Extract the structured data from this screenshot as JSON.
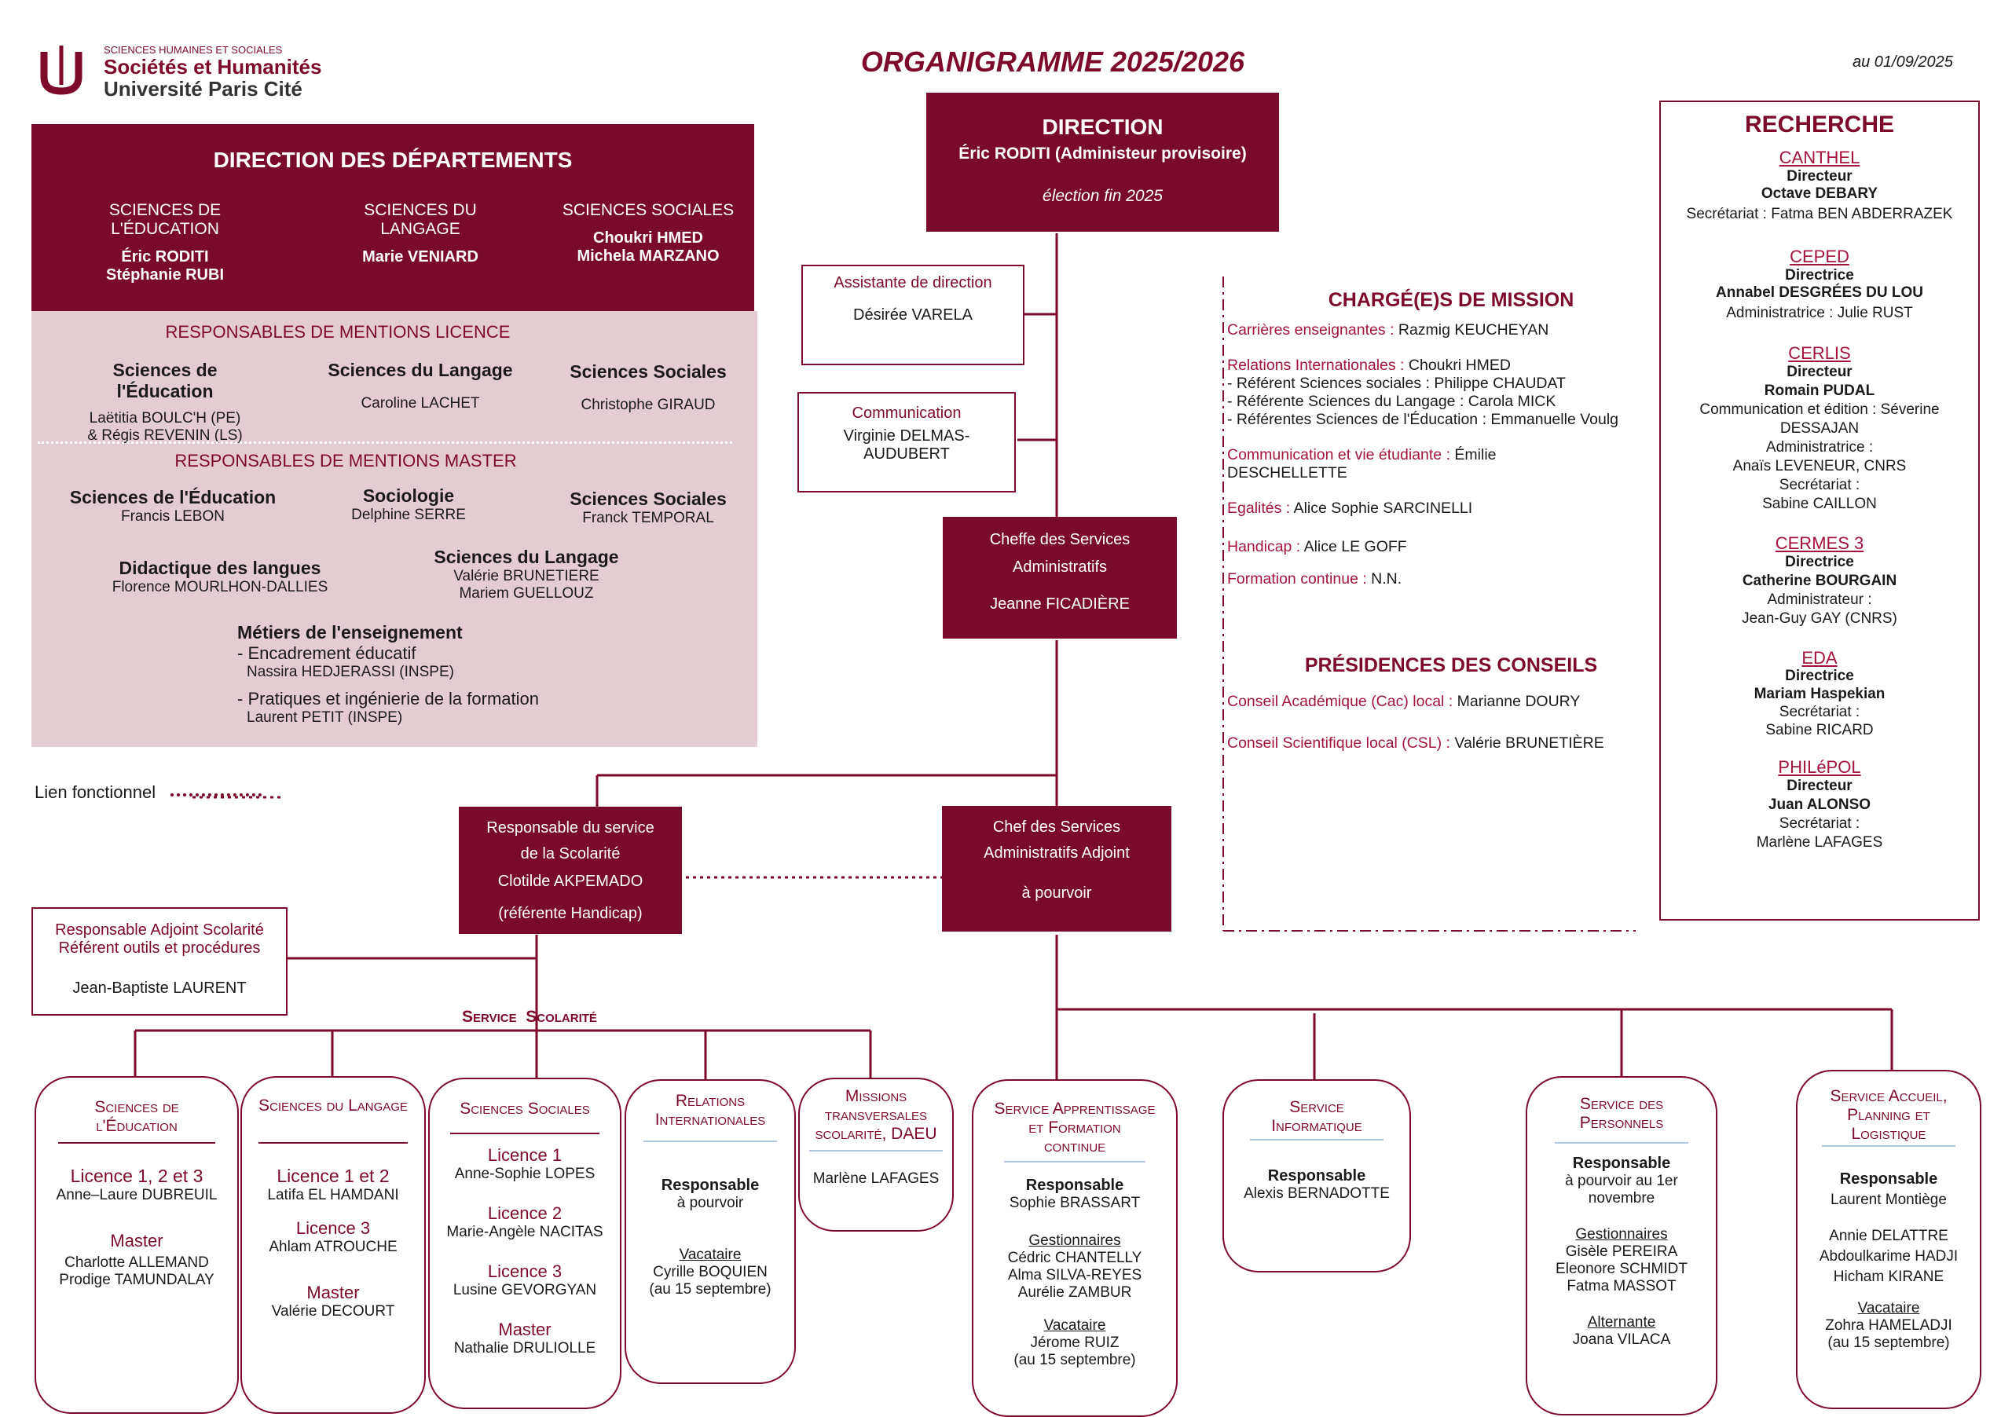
{
  "header": {
    "logo_top": "SCIENCES HUMAINES ET SOCIALES",
    "logo_mid": "Sociétés et Humanités",
    "logo_bot": "Université Paris Cité",
    "title": "ORGANIGRAMME 2025/2026",
    "date": "au 01/09/2025"
  },
  "direction": {
    "title": "DIRECTION",
    "name": "Éric RODITI (Administeur provisoire)",
    "note": "élection fin 2025"
  },
  "departements": {
    "title": "DIRECTION DES DÉPARTEMENTS",
    "cols": [
      {
        "label": "SCIENCES DE L'ÉDUCATION",
        "n1": "Éric RODITI",
        "n2": "Stéphanie RUBI"
      },
      {
        "label": "SCIENCES DU LANGAGE",
        "n1": "Marie VENIARD",
        "n2": ""
      },
      {
        "label": "SCIENCES SOCIALES",
        "n1": "Choukri HMED",
        "n2": "Michela MARZANO"
      }
    ]
  },
  "licence": {
    "title": "RESPONSABLES DE MENTIONS LICENCE",
    "cols": [
      {
        "label": "Sciences de l'Éducation",
        "n1": "Laëtitia BOULC'H (PE)",
        "n2": "& Régis REVENIN (LS)"
      },
      {
        "label": "Sciences du Langage",
        "n1": "Caroline LACHET",
        "n2": ""
      },
      {
        "label": "Sciences Sociales",
        "n1": "Christophe GIRAUD",
        "n2": ""
      }
    ]
  },
  "master": {
    "title": "RESPONSABLES DE MENTIONS MASTER",
    "m1_label": "Sciences de l'Éducation",
    "m1_name": "Francis LEBON",
    "m2_label": "Sociologie",
    "m2_name": "Delphine SERRE",
    "m3_label": "Sciences Sociales",
    "m3_name": "Franck TEMPORAL",
    "m4_label": "Didactique des langues",
    "m4_name": "Florence MOURLHON-DALLIES",
    "m5_label": "Sciences du Langage",
    "m5_n1": "Valérie BRUNETIERE",
    "m5_n2": "Mariem GUELLOUZ",
    "m6_label": "Métiers de l'enseignement",
    "m6_s1": "- Encadrement éducatif",
    "m6_s1n": "Nassira HEDJERASSI (INSPE)",
    "m6_s2": "- Pratiques et ingénierie de la formation",
    "m6_s2n": "Laurent PETIT (INSPE)"
  },
  "legend": {
    "label": "Lien fonctionnel"
  },
  "assistante": {
    "title": "Assistante de direction",
    "name": "Désirée VARELA"
  },
  "communication": {
    "title": "Communication",
    "n1": "Virginie DELMAS-",
    "n2": "AUDUBERT"
  },
  "cheffe": {
    "l1": "Cheffe des Services",
    "l2": "Administratifs",
    "name": "Jeanne FICADIÈRE"
  },
  "scolarite_resp": {
    "l1": "Responsable du service",
    "l2": "de la Scolarité",
    "name": "Clotilde AKPEMADO",
    "note": "(référente Handicap)"
  },
  "chef_adjoint": {
    "l1": "Chef des Services",
    "l2": "Administratifs Adjoint",
    "name": "à pourvoir"
  },
  "adjoint_scol": {
    "l1": "Responsable Adjoint Scolarité",
    "l2": "Référent outils et procédures",
    "name": "Jean-Baptiste LAURENT"
  },
  "service_scolarite_label": "Service  Scolarité",
  "missions": {
    "title": "CHARGÉ(E)S DE MISSION",
    "items": [
      {
        "k": "Carrières enseignantes :",
        "v": " Razmig KEUCHEYAN"
      },
      {
        "k": "Relations Internationales :",
        "v": " Choukri HMED"
      },
      {
        "k": "",
        "v": " - Référent Sciences sociales : Philippe CHAUDAT"
      },
      {
        "k": "",
        "v": " - Référente Sciences du Langage : Carola MICK"
      },
      {
        "k": "",
        "v": " - Référentes Sciences de l'Éducation : Emmanuelle Voulg"
      },
      {
        "k": "Communication et vie étudiante :",
        "v": " Émilie"
      },
      {
        "k": "",
        "v": "DESCHELLETTE"
      },
      {
        "k": "Egalités :",
        "v": " Alice Sophie SARCINELLI"
      },
      {
        "k": "Handicap :",
        "v": " Alice LE GOFF"
      },
      {
        "k": "Formation continue :",
        "v": " N.N."
      }
    ],
    "pres_title": "PRÉSIDENCES DES CONSEILS",
    "pres": [
      {
        "k": "Conseil Académique (Cac) local :",
        "v": " Marianne DOURY"
      },
      {
        "k": "Conseil Scientifique local (CSL) :",
        "v": " Valérie BRUNETIÈRE"
      }
    ]
  },
  "recherche": {
    "title": "RECHERCHE",
    "labs": [
      {
        "name": "CANTHEL",
        "role": "Directeur",
        "person": "Octave DEBARY",
        "extra": [
          "Secrétariat : Fatma BEN ABDERRAZEK"
        ]
      },
      {
        "name": "CEPED",
        "role": "Directrice",
        "person": "Annabel DESGRÉES DU LOU",
        "extra": [
          "Administratrice : Julie RUST"
        ]
      },
      {
        "name": "CERLIS",
        "role": "Directeur",
        "person": "Romain PUDAL",
        "extra": [
          "Communication et édition : Séverine",
          "DESSAJAN",
          "Administratrice :",
          "Anaïs LEVENEUR, CNRS",
          "Secrétariat :",
          "Sabine CAILLON"
        ]
      },
      {
        "name": "CERMES 3",
        "role": "Directrice",
        "person": "Catherine BOURGAIN",
        "extra": [
          "Administrateur :",
          "Jean-Guy GAY (CNRS)"
        ]
      },
      {
        "name": "EDA",
        "role": "Directrice",
        "person": "Mariam Haspekian",
        "extra": [
          "Secrétariat :",
          "Sabine RICARD"
        ]
      },
      {
        "name": "PHILéPOL",
        "role": "Directeur",
        "person": "Juan ALONSO",
        "extra": [
          "Secrétariat :",
          "Marlène LAFAGES"
        ]
      }
    ]
  },
  "services": {
    "se": {
      "t1": "Sciences de",
      "t2": "l'Éducation",
      "a1": "Licence 1, 2 et 3",
      "a1n": "Anne–Laure DUBREUIL",
      "a2": "Master",
      "a2n1": "Charlotte ALLEMAND",
      "a2n2": "Prodige TAMUNDALAY"
    },
    "sl": {
      "t1": "Sciences du Langage",
      "a1": "Licence 1 et 2",
      "a1n": "Latifa EL HAMDANI",
      "a2": "Licence 3",
      "a2n": "Ahlam ATROUCHE",
      "a3": "Master",
      "a3n": "Valérie DECOURT"
    },
    "ss": {
      "t1": "Sciences Sociales",
      "a1": "Licence 1",
      "a1n": "Anne-Sophie LOPES",
      "a2": "Licence 2",
      "a2n": "Marie-Angèle NACITAS",
      "a3": "Licence 3",
      "a3n": "Lusine GEVORGYAN",
      "a4": "Master",
      "a4n": "Nathalie DRULIOLLE"
    },
    "ri": {
      "t1": "Relations",
      "t2": "Internationales",
      "r": "Responsable",
      "rn": "à pourvoir",
      "v": "Vacataire",
      "vn1": "Cyrille BOQUIEN",
      "vn2": "(au 15 septembre)"
    },
    "mt": {
      "t1": "Missions",
      "t2": "transversales",
      "t3": "scolarité, DAEU",
      "n": "Marlène LAFAGES"
    },
    "ap": {
      "t1": "Service Apprentissage",
      "t2": "et Formation",
      "t3": "continue",
      "r": "Responsable",
      "rn": "Sophie BRASSART",
      "g": "Gestionnaires",
      "g1": "Cédric CHANTELLY",
      "g2": "Alma SILVA-REYES",
      "g3": "Aurélie ZAMBUR",
      "v": "Vacataire",
      "v1": "Jérome RUIZ",
      "v2": "(au 15 septembre)"
    },
    "si": {
      "t1": "Service",
      "t2": "Informatique",
      "r": "Responsable",
      "rn": "Alexis BERNADOTTE"
    },
    "sp": {
      "t1": "Service des",
      "t2": "Personnels",
      "r": "Responsable",
      "rn1": "à pourvoir au 1er",
      "rn2": "novembre",
      "g": "Gestionnaires",
      "g1": "Gisèle PEREIRA",
      "g2": "Eleonore SCHMIDT",
      "g3": "Fatma MASSOT",
      "a": "Alternante",
      "a1": "Joana VILACA"
    },
    "sa": {
      "t1": "Service Accueil,",
      "t2": "Planning et",
      "t3": "Logistique",
      "r": "Responsable",
      "rn": "Laurent Montiège",
      "n1": "Annie DELATTRE",
      "n2": "Abdoulkarime HADJI",
      "n3": "Hicham KIRANE",
      "v": "Vacataire",
      "v1": "Zohra HAMELADJI",
      "v2": "(au 15 septembre)"
    }
  },
  "colors": {
    "wine": "#7a0a2c",
    "pink": "#e4ccd2",
    "accent": "#a3143d"
  }
}
